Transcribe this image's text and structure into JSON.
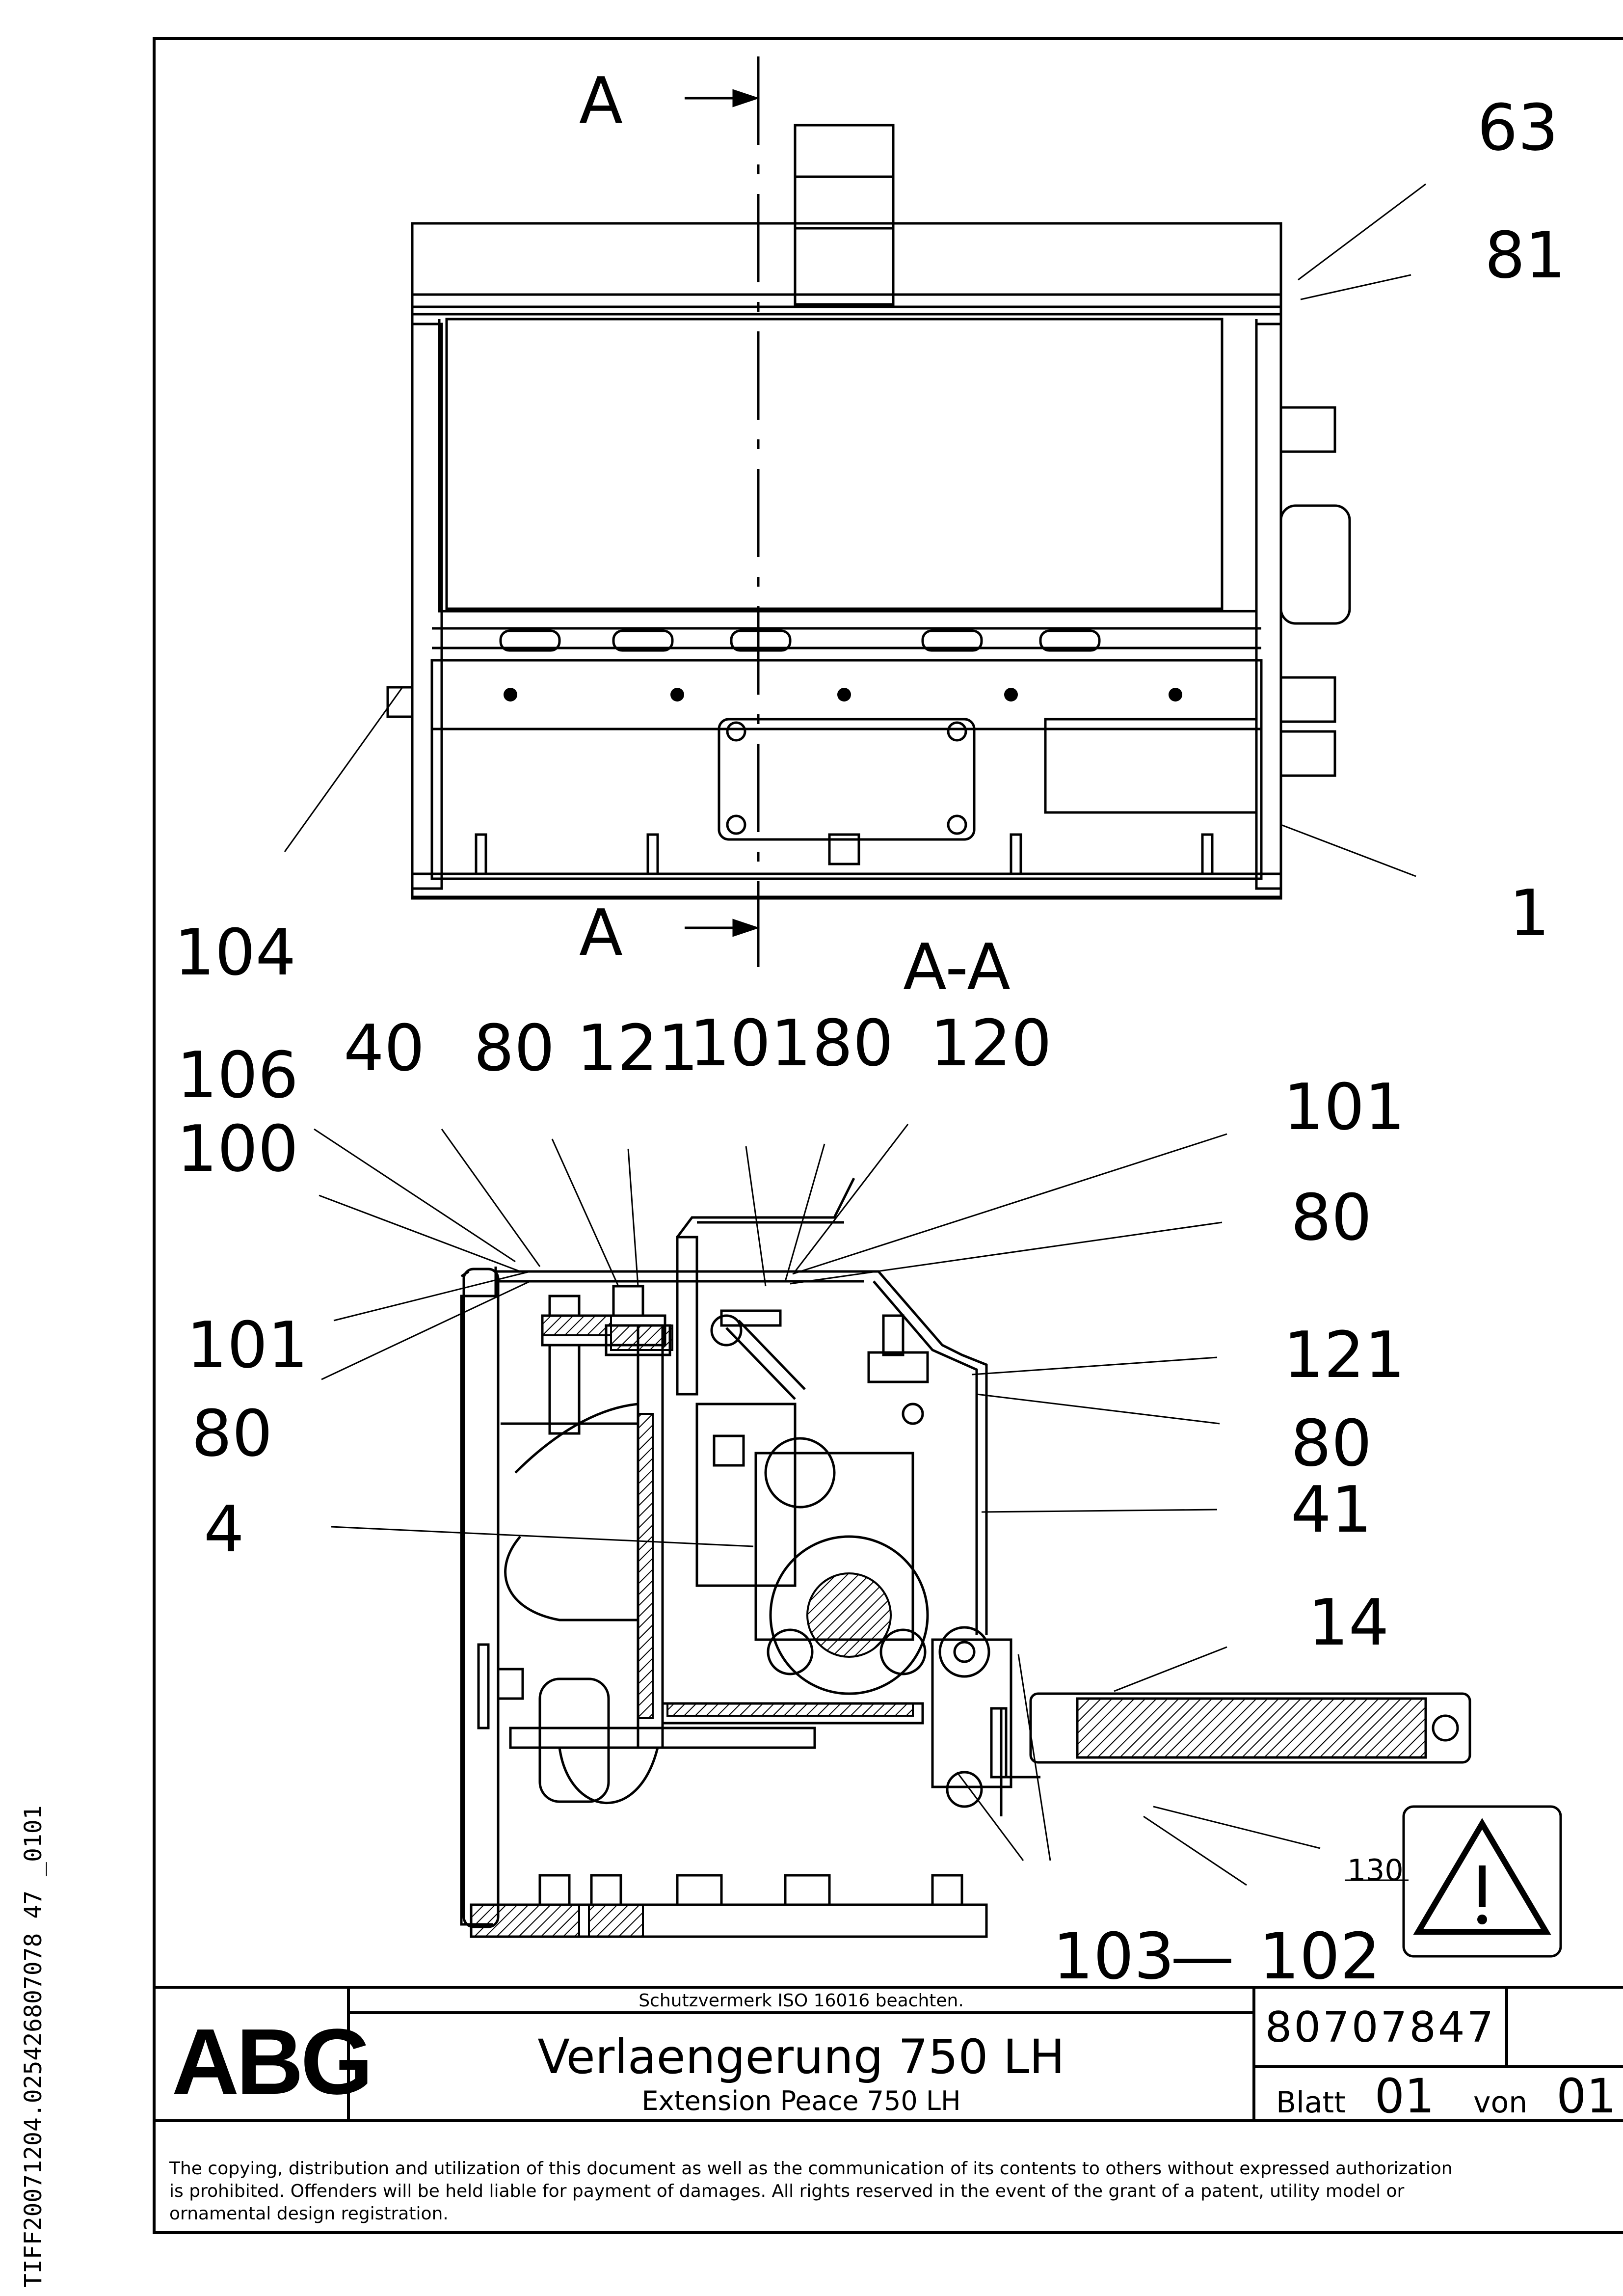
{
  "drawing": {
    "top_view": {
      "section_marker_top": "A",
      "section_marker_bottom": "A",
      "part_labels": [
        "63",
        "81",
        "104",
        "1"
      ]
    },
    "section_view": {
      "title": "A-A",
      "top_labels": [
        "40",
        "80",
        "121",
        "101",
        "80",
        "120"
      ],
      "left_labels": [
        "106",
        "100",
        "101",
        "80",
        "4"
      ],
      "right_labels": [
        "101",
        "80",
        "121",
        "80",
        "41",
        "14"
      ],
      "bottom_labels": {
        "left": "103",
        "dash": "—",
        "right": "102"
      },
      "warning_label": "130"
    }
  },
  "title_block": {
    "logo": "ABG",
    "protection_note": "Schutzvermerk ISO 16016 beachten.",
    "title_de": "Verlaengerung 750 LH",
    "title_en": "Extension Peace 750 LH",
    "drawing_number": "80707847",
    "sheet_label": "Blatt",
    "sheet_number": "01",
    "sheet_of_label": "von",
    "sheet_total": "01",
    "copyright": [
      "The copying, distribution and utilization of this document as well as the communication of its contents to others without expressed authorization",
      "is prohibited. Offenders will be held liable for payment of damages. All rights reserved in the event of the grant of a patent, utility model or",
      "ornamental design registration."
    ]
  },
  "margin_text": "TIFF20071204.025426807078 47 _0101"
}
